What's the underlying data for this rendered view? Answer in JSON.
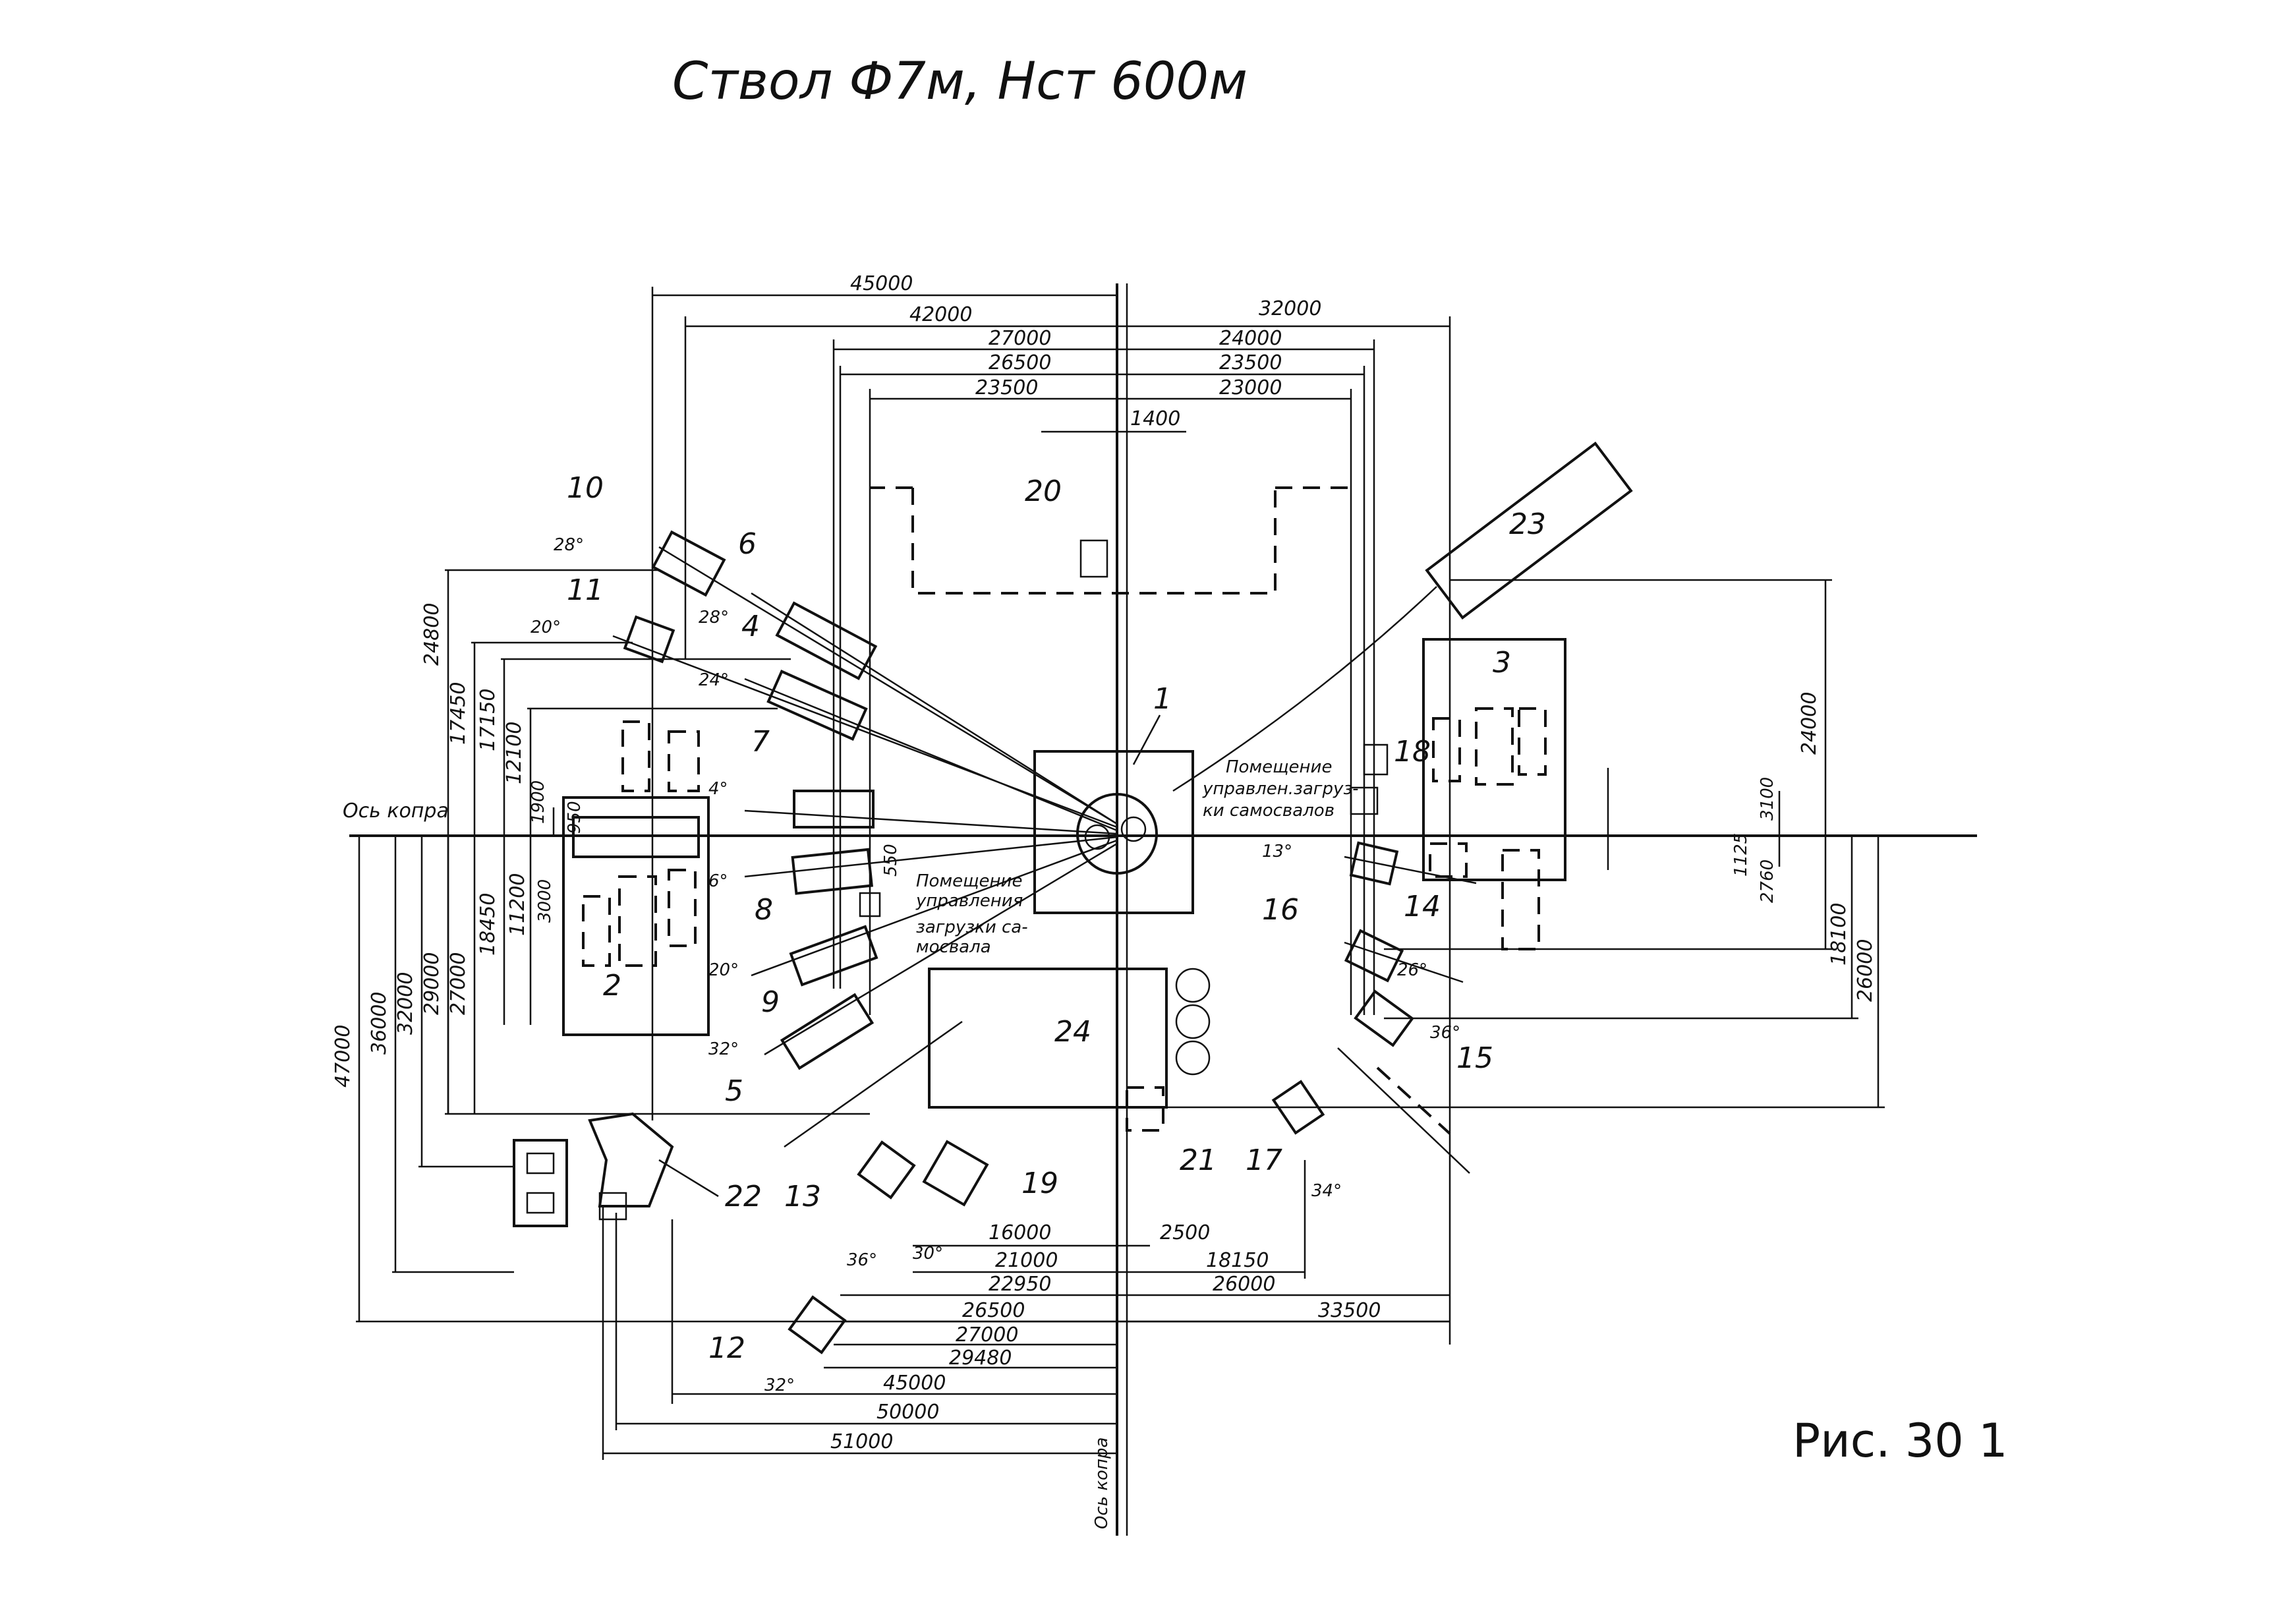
{
  "title": "Ствол Ф7м, Нст 600м",
  "figure_caption": "Рис. 30 1",
  "axis_labels": {
    "horizontal": "Ось копра",
    "vertical": "Ось копра"
  },
  "room_labels": {
    "control_room_right_1": "Помещение",
    "control_room_right_2": "управлен.загруз-",
    "control_room_right_3": "ки самосвалов",
    "control_room_left_1": "Помещение",
    "control_room_left_2": "управления",
    "control_room_left_3": "загрузки са-",
    "control_room_left_4": "мосвала"
  },
  "element_numbers": [
    "1",
    "2",
    "3",
    "4",
    "5",
    "6",
    "7",
    "8",
    "9",
    "10",
    "11",
    "12",
    "13",
    "14",
    "15",
    "16",
    "17",
    "18",
    "19",
    "20",
    "21",
    "22",
    "23",
    "24"
  ],
  "angles": [
    "28°",
    "20°",
    "28°",
    "24°",
    "4°",
    "6°",
    "20°",
    "32°",
    "13°",
    "26°",
    "36°",
    "34°",
    "30°",
    "36°",
    "32°"
  ],
  "top_dimensions": [
    "45000",
    "42000",
    "27000",
    "26500",
    "23500",
    "32000",
    "24000",
    "23500",
    "23000",
    "1400"
  ],
  "bottom_dimensions": [
    "16000",
    "2500",
    "21000",
    "18150",
    "22950",
    "26000",
    "26500",
    "33500",
    "27000",
    "29480",
    "45000",
    "50000",
    "51000"
  ],
  "left_dimensions": [
    "24800",
    "17450",
    "17150",
    "12100",
    "1900",
    "950",
    "11200",
    "3000",
    "18450",
    "27000",
    "29000",
    "32000",
    "36000",
    "47000",
    "550"
  ],
  "right_dimensions": [
    "24000",
    "3100",
    "2760",
    "1125",
    "18100",
    "26000"
  ]
}
